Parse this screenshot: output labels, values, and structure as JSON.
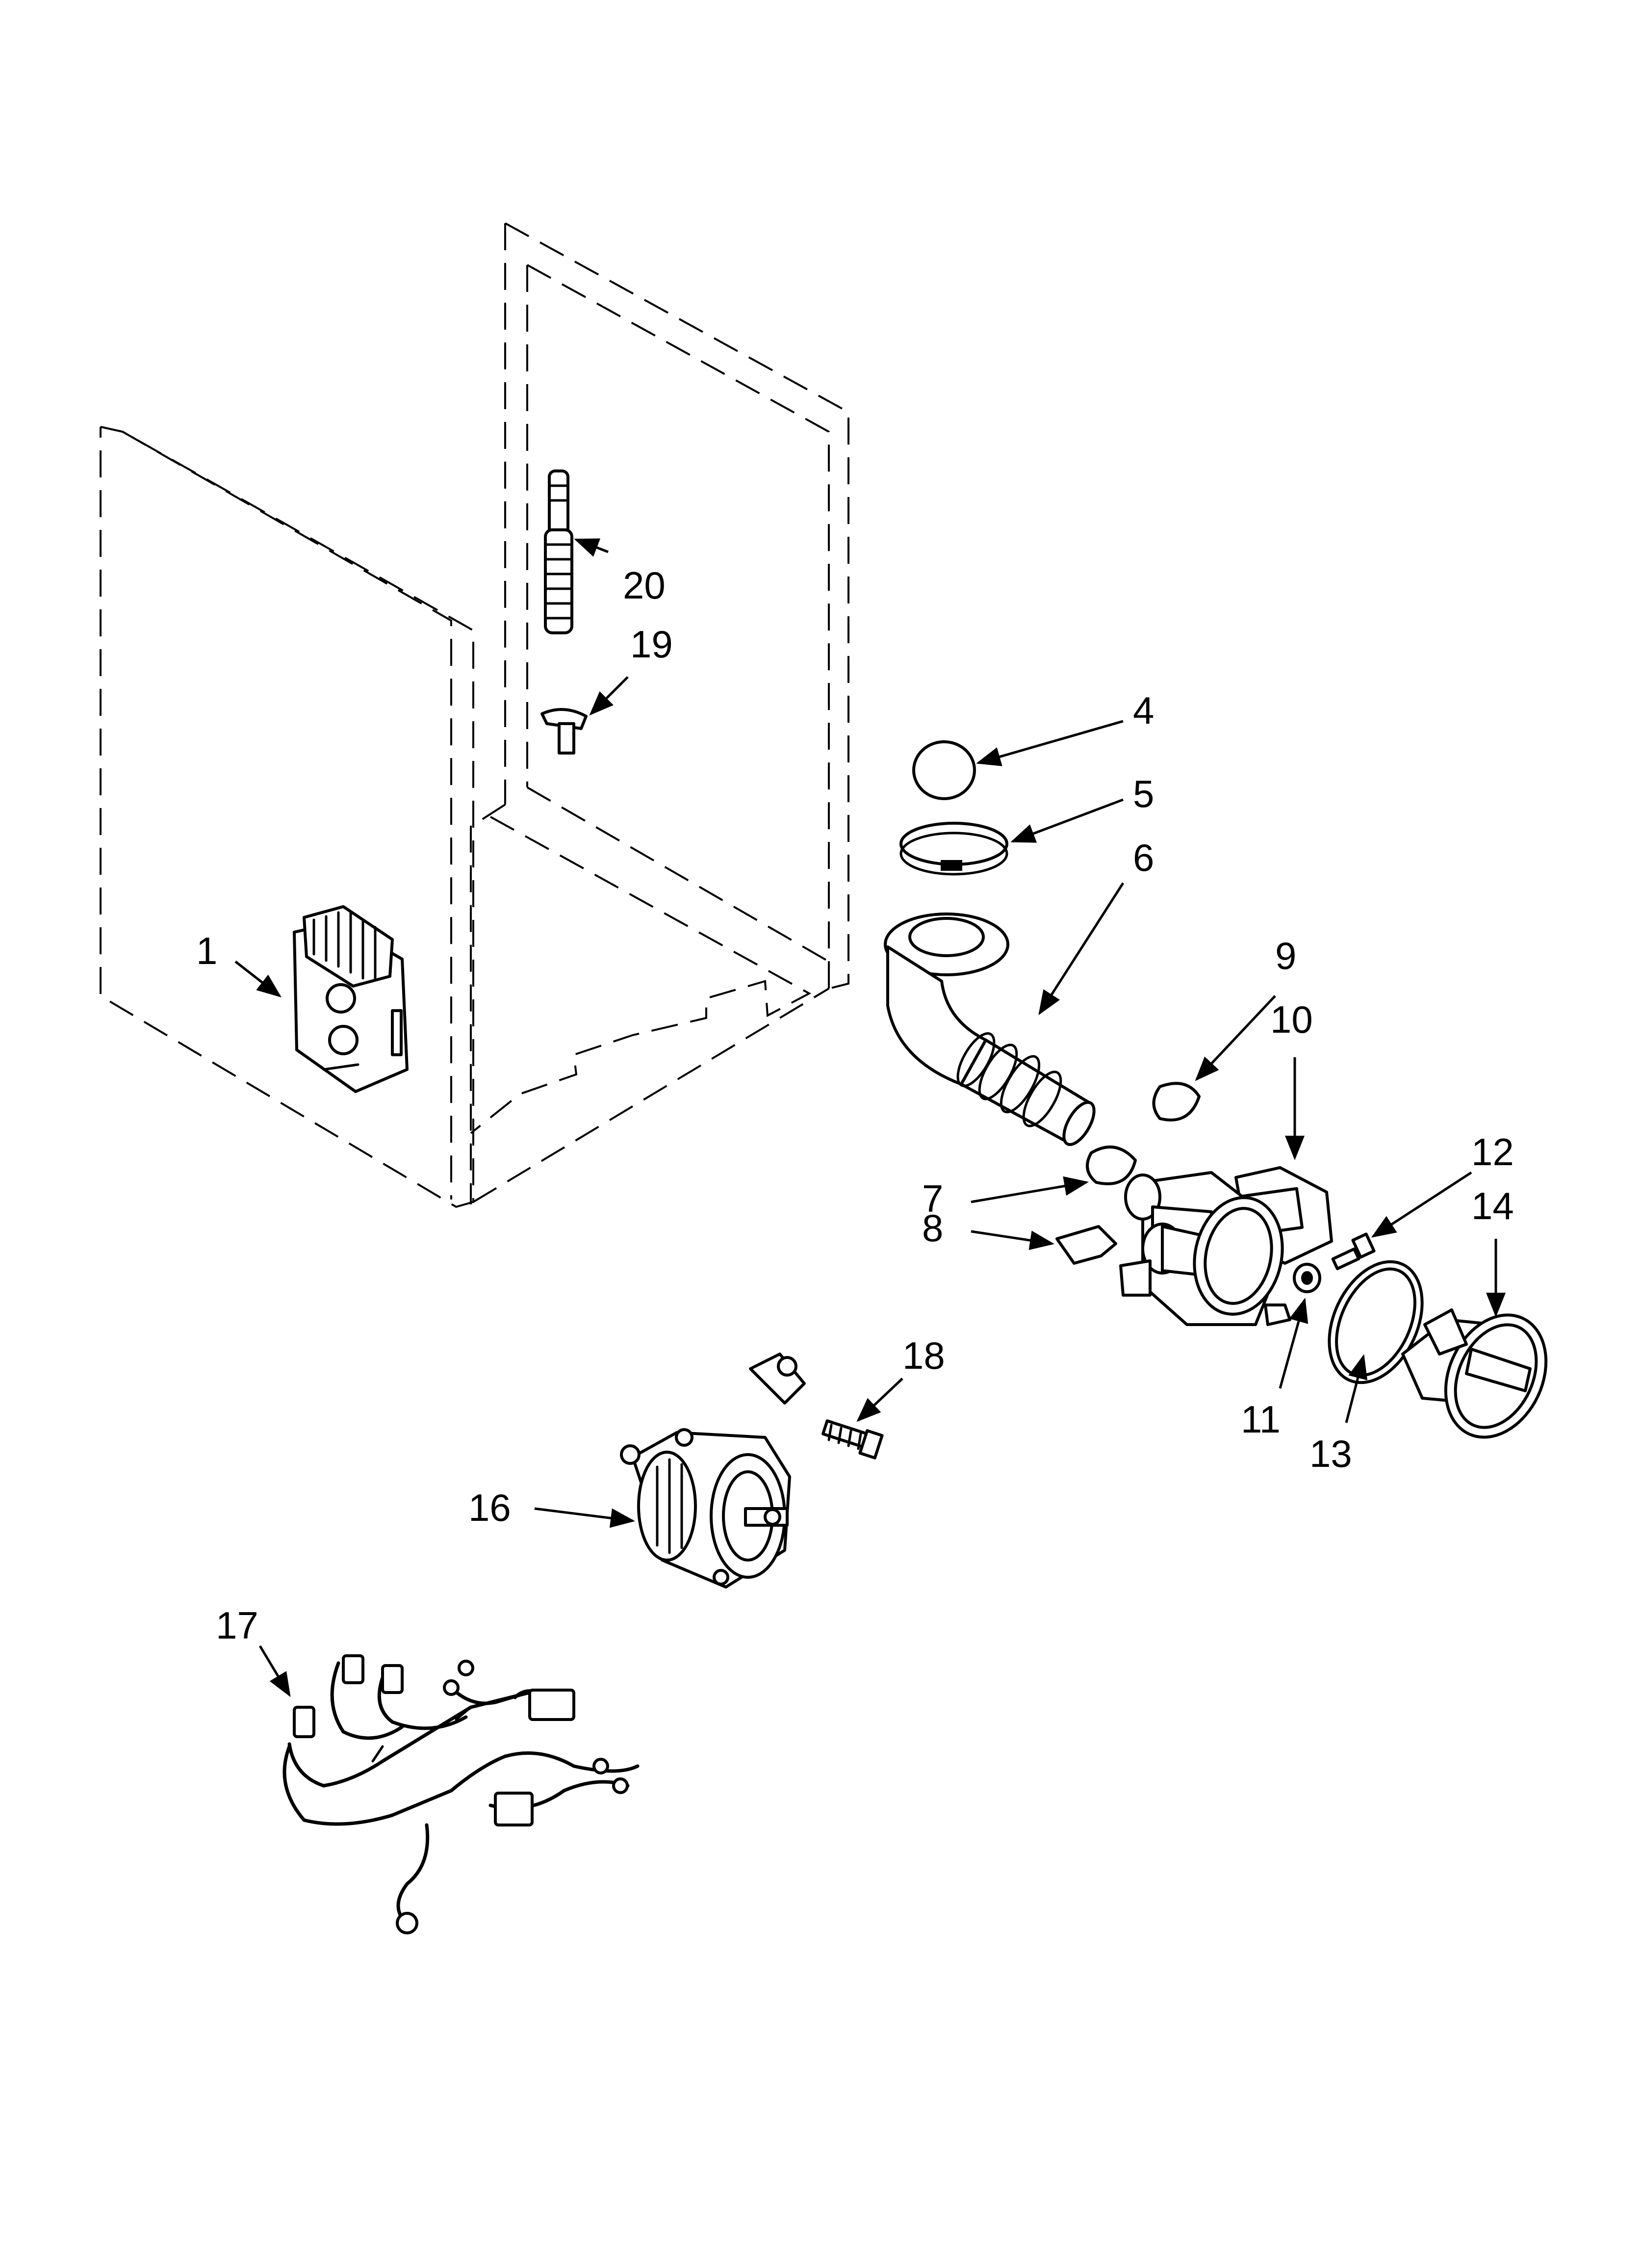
{
  "callouts": [
    {
      "id": "1",
      "label": "1"
    },
    {
      "id": "4",
      "label": "4"
    },
    {
      "id": "5",
      "label": "5"
    },
    {
      "id": "6",
      "label": "6"
    },
    {
      "id": "7",
      "label": "7"
    },
    {
      "id": "8",
      "label": "8"
    },
    {
      "id": "9",
      "label": "9"
    },
    {
      "id": "10",
      "label": "10"
    },
    {
      "id": "11",
      "label": "11"
    },
    {
      "id": "12",
      "label": "12"
    },
    {
      "id": "13",
      "label": "13"
    },
    {
      "id": "14",
      "label": "14"
    },
    {
      "id": "16",
      "label": "16"
    },
    {
      "id": "17",
      "label": "17"
    },
    {
      "id": "18",
      "label": "18"
    },
    {
      "id": "19",
      "label": "19"
    },
    {
      "id": "20",
      "label": "20"
    }
  ]
}
